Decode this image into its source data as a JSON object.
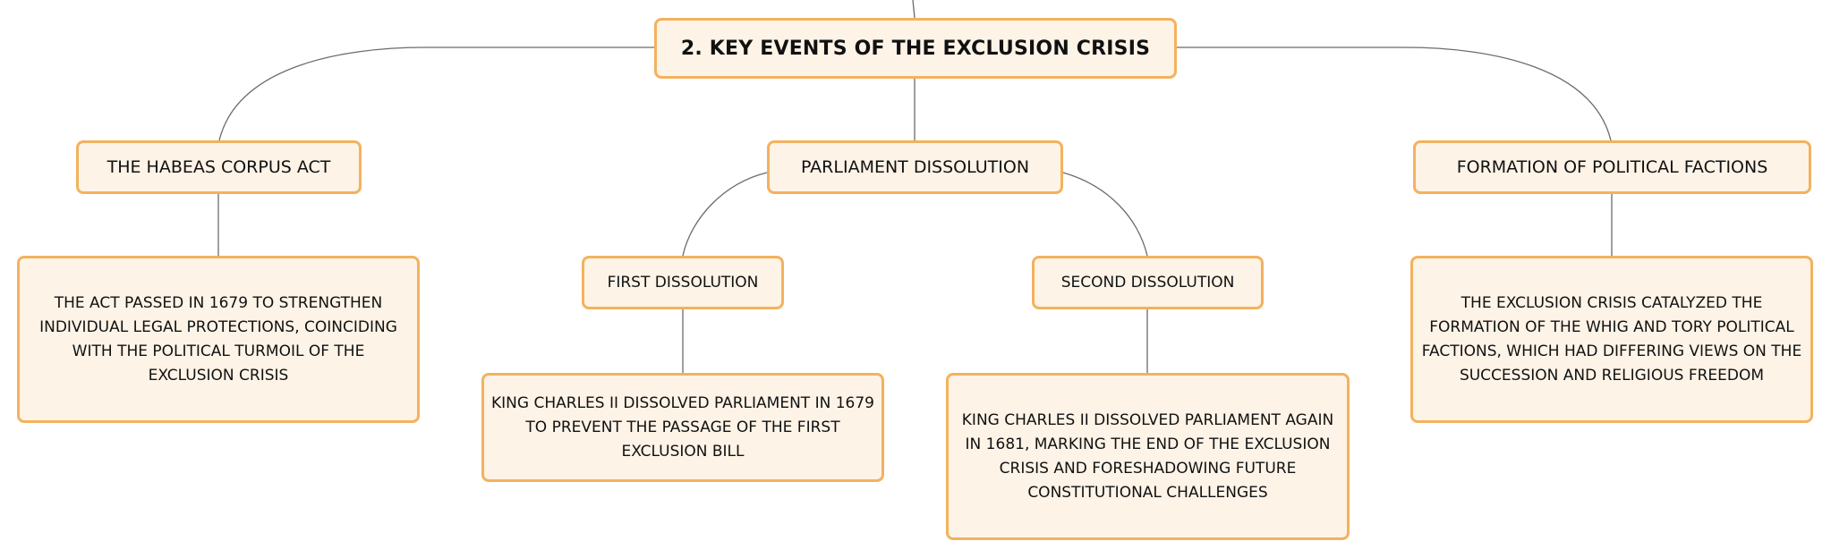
{
  "root": {
    "label": "2. KEY EVENTS OF THE EXCLUSION CRISIS"
  },
  "branches": {
    "habeas": {
      "label": "THE HABEAS CORPUS ACT",
      "detail": "THE ACT PASSED IN 1679 TO STRENGTHEN INDIVIDUAL LEGAL PROTECTIONS, COINCIDING WITH THE POLITICAL TURMOIL OF THE EXCLUSION CRISIS"
    },
    "parliament": {
      "label": "PARLIAMENT DISSOLUTION",
      "first": {
        "label": "FIRST DISSOLUTION",
        "detail": "KING CHARLES II DISSOLVED PARLIAMENT IN 1679 TO PREVENT THE PASSAGE OF THE FIRST EXCLUSION BILL"
      },
      "second": {
        "label": "SECOND DISSOLUTION",
        "detail": "KING CHARLES II DISSOLVED PARLIAMENT AGAIN IN 1681, MARKING THE END OF THE EXCLUSION CRISIS AND FORESHADOWING FUTURE CONSTITUTIONAL CHALLENGES"
      }
    },
    "factions": {
      "label": "FORMATION OF POLITICAL FACTIONS",
      "detail": "THE EXCLUSION CRISIS CATALYZED THE FORMATION OF THE WHIG AND TORY POLITICAL FACTIONS, WHICH HAD DIFFERING VIEWS ON THE SUCCESSION AND RELIGIOUS FREEDOM"
    }
  },
  "colors": {
    "node_fill": "#fdf3e7",
    "node_border": "#f3b25e",
    "connector": "#6b6b6b"
  }
}
